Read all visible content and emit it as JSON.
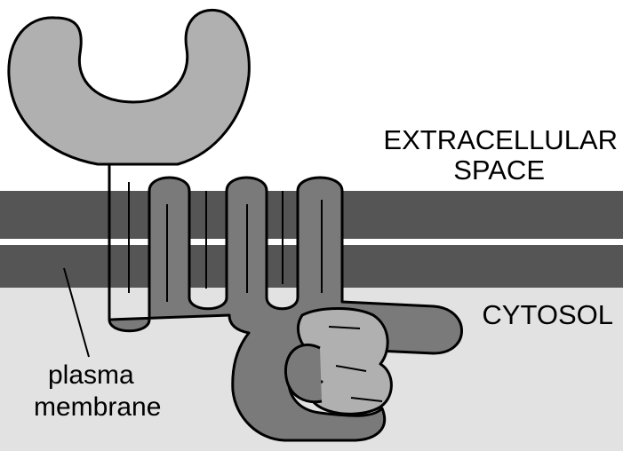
{
  "labels": {
    "extracellular_line1": "EXTRACELLULAR",
    "extracellular_line2": "SPACE",
    "cytosol": "CYTOSOL",
    "plasma_line1": "plasma",
    "plasma_line2": "membrane"
  },
  "colors": {
    "background": "#ffffff",
    "cytosol_fill": "#e2e2e2",
    "membrane_layer": "#555555",
    "protein_dark": "#7a7a7a",
    "protein_light": "#b0b0b0",
    "outline": "#000000"
  }
}
